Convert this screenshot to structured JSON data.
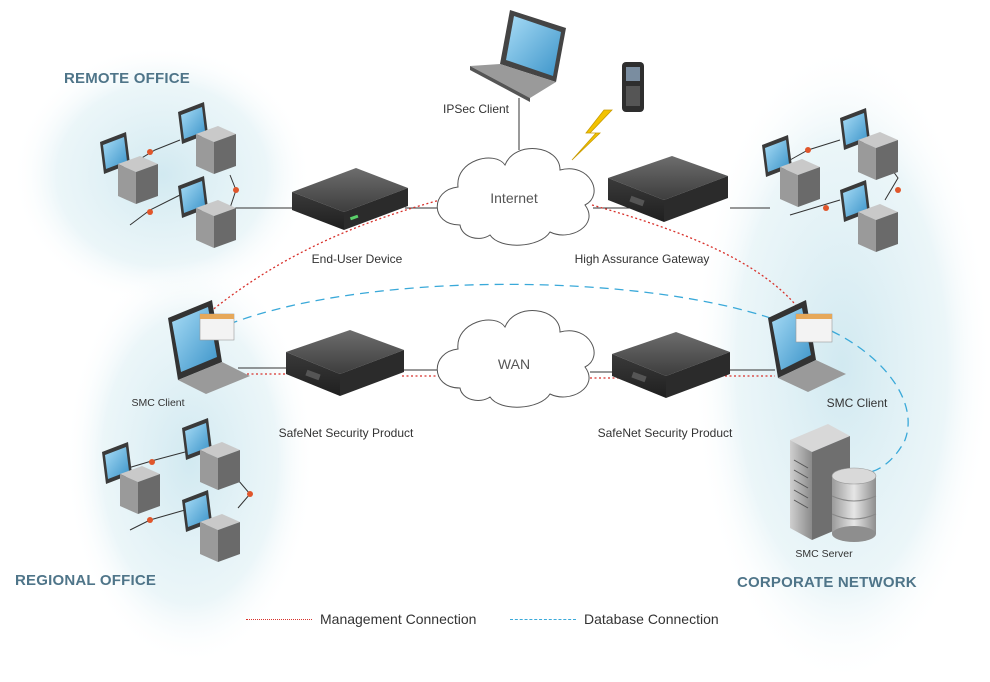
{
  "regions": {
    "remote_office": "REMOTE OFFICE",
    "regional_office": "REGIONAL OFFICE",
    "corporate_network": "CORPORATE NETWORK"
  },
  "clouds": {
    "internet": "Internet",
    "wan": "WAN"
  },
  "devices": {
    "ipsec_client": "IPSec Client",
    "end_user_device": "End-User Device",
    "high_assurance_gateway": "High Assurance Gateway",
    "smc_client_left": "SMC Client",
    "smc_client_right": "SMC Client",
    "safenet_left": "SafeNet Security Product",
    "safenet_right": "SafeNet Security Product",
    "smc_server": "SMC Server"
  },
  "legend": {
    "management": "Management Connection",
    "database": "Database Connection"
  },
  "colors": {
    "region_title": "#4f7589",
    "management_line": "#d8322c",
    "database_line": "#3aa9d9",
    "region_glow": "#d6ecf2"
  }
}
